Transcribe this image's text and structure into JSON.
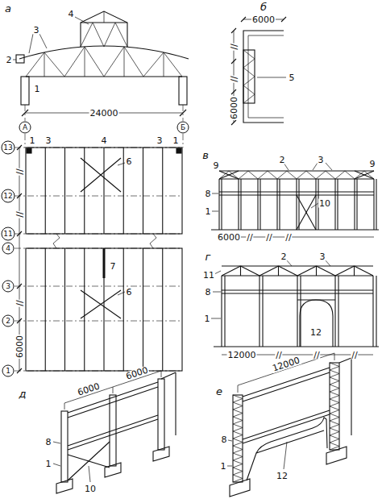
{
  "diagram": {
    "nodes": [
      {
        "text": [
          "А"
        ]
      },
      {
        "text": [
          "Б"
        ]
      },
      {
        "text": [
          "13"
        ]
      },
      {
        "text": [
          "12"
        ]
      },
      {
        "text": [
          "11"
        ]
      },
      {
        "text": [
          "4"
        ]
      },
      {
        "text": [
          "3"
        ]
      },
      {
        "text": [
          "2"
        ]
      },
      {
        "text": [
          "1"
        ]
      }
    ],
    "labels": [
      "а",
      "3",
      "4",
      "2",
      "1",
      "24000",
      "1",
      "3",
      "4",
      "3",
      "1",
      "6",
      "6",
      "7",
      "6000",
      "//",
      "//",
      "//",
      "б",
      "6000",
      "//",
      "//",
      "6000",
      "5",
      "в",
      "9",
      "9",
      "2",
      "3",
      "8",
      "1",
      "10",
      "6000",
      "//",
      "//",
      "//",
      "г",
      "2",
      "3",
      "11",
      "8",
      "1",
      "12",
      "12000",
      "//",
      "//",
      "//",
      "д",
      "6000",
      "6000",
      "8",
      "1",
      "10",
      "е",
      "12000",
      "8",
      "1",
      "12"
    ]
  }
}
